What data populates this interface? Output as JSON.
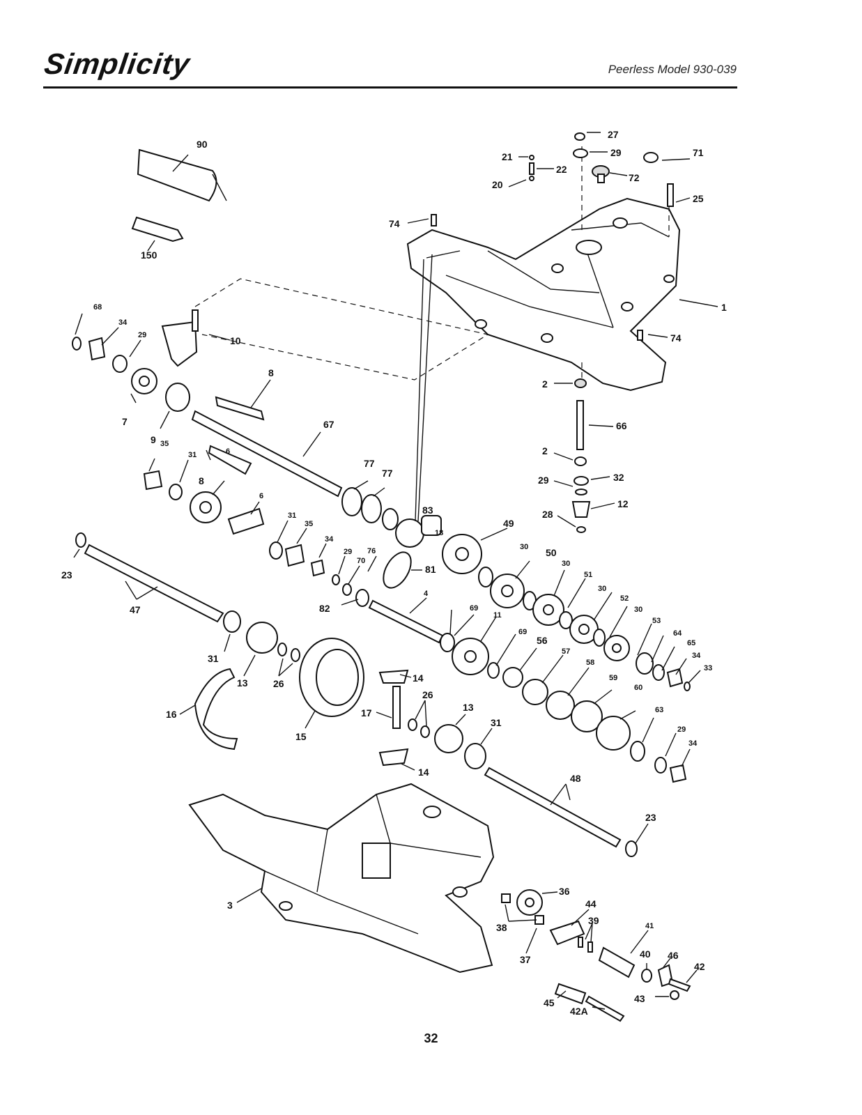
{
  "header": {
    "brand": "Simplicity",
    "model": "Peerless Model 930-039"
  },
  "page_number": "32",
  "callouts": {
    "c90": "90",
    "c150": "150",
    "c68": "68",
    "c34a": "34",
    "c29a": "29",
    "c7": "7",
    "c9": "9",
    "c10": "10",
    "c8a": "8",
    "c67": "67",
    "c35a": "35",
    "c31a": "31",
    "c8b": "8",
    "c6a": "6",
    "c6b": "6",
    "c77a": "77",
    "c77b": "77",
    "c31b": "31",
    "c35b": "35",
    "c34b": "34",
    "c29b": "29",
    "c70": "70",
    "c76": "76",
    "c83": "83",
    "c18": "18",
    "c81": "81",
    "c82": "82",
    "c4": "4",
    "c23a": "23",
    "c47": "47",
    "c31c": "31",
    "c13a": "13",
    "c26a": "26",
    "c16": "16",
    "c15": "15",
    "c17": "17",
    "c14a": "14",
    "c26b": "26",
    "c13b": "13",
    "c31d": "31",
    "c14b": "14",
    "c49": "49",
    "c30a": "30",
    "c50": "50",
    "c30b": "30",
    "c51": "51",
    "c30c": "30",
    "c52": "52",
    "c30d": "30",
    "c53": "53",
    "c64": "64",
    "c65": "65",
    "c34c": "34",
    "c33": "33",
    "c69a": "69",
    "c11": "11",
    "c69b": "69",
    "c56": "56",
    "c57": "57",
    "c58": "58",
    "c59": "59",
    "c60": "60",
    "c63": "63",
    "c29c": "29",
    "c34d": "34",
    "c48": "48",
    "c23b": "23",
    "c27": "27",
    "c29d": "29",
    "c71": "71",
    "c21": "21",
    "c22": "22",
    "c72": "72",
    "c20": "20",
    "c25": "25",
    "c74a": "74",
    "c1": "1",
    "c74b": "74",
    "c2a": "2",
    "c66": "66",
    "c2b": "2",
    "c29e": "29",
    "c32": "32",
    "c28": "28",
    "c12": "12",
    "c3": "3",
    "c36": "36",
    "c38": "38",
    "c44": "44",
    "c39": "39",
    "c37": "37",
    "c41": "41",
    "c40": "40",
    "c46": "46",
    "c42": "42",
    "c43": "43",
    "c45": "45",
    "c42A": "42A"
  }
}
